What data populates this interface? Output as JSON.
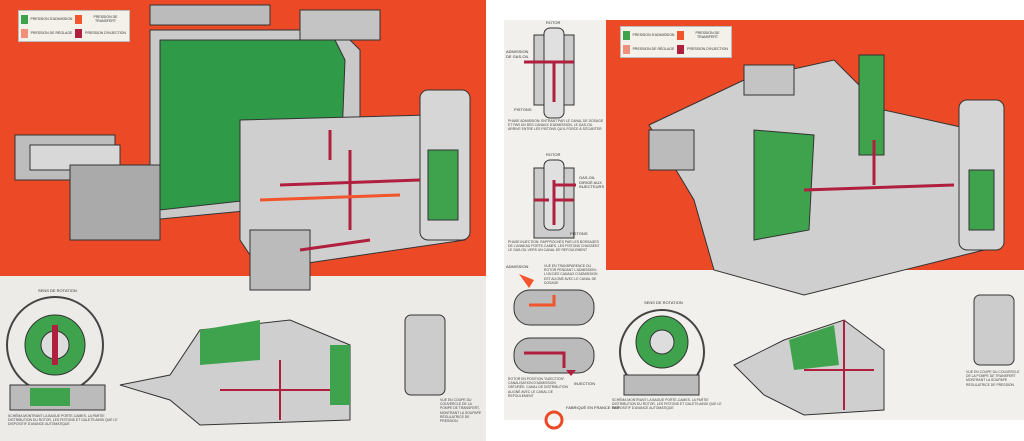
{
  "legend": {
    "items": [
      {
        "label": "PRESSION D'ADMISSION",
        "color": "#3fa34d"
      },
      {
        "label": "PRESSION DE TRANSFERT",
        "color": "#f2552c"
      },
      {
        "label": "PRESSION DE RÉGLAGE",
        "color": "#f0907a"
      },
      {
        "label": "PRESSION D'INJECTION",
        "color": "#b0203e"
      }
    ]
  },
  "left_page": {
    "rotation_label": "SENS DE ROTATION",
    "caption_left": "SCHÉMA MONTRANT LA BAGUE PORTE-CAMES, LA PARTIE DISTRIBUTION DU ROTOR, LES PISTONS ET GALETS AINSI QUE LE DISPOSITIF D'AVANCE AUTOMATIQUE",
    "caption_right": "VUE EN COUPE DU COUVERCLE DE LA POMPE DE TRANSFERT, MONTRANT LA SOUPAPE RÉGULATRICE DE PRESSION"
  },
  "right_page": {
    "rotor_label": "ROTOR",
    "admission_label": "ADMISSION DE GAS-OIL",
    "pistons_label": "PISTONS",
    "caption_admission": "PHASE ADMISSION: ENTRANT PAR LE CANAL DE DOSAGE ET PAR UN DES CANAUX D'ADMISSION, LE GAS-OIL ARRIVE ENTRE LES PISTONS QU'IL FORCE À S'ÉCARTER",
    "rotor_label_2": "ROTOR",
    "injectors_label": "GAS-OIL DIRIGÉ AUX INJECTEURS",
    "pistons_label_2": "PISTONS",
    "caption_injection": "PHASE INJECTION: RAPPROCHÉS PAR LES BOSSAGES DE L'ANNEAU PORTE-CAMES, LES PISTONS CHASSENT LE GAS-OIL VERS UN CANAL DE REFOULEMENT",
    "admission_arrow_label": "ADMISSION",
    "caption_transparency": "VUE EN TRANSPARENCE DU ROTOR PENDANT L'ADMISSION: L'UN DES CANAUX D'ADMISSION EST ALIGNÉ AVEC LE CANAL DE DOSAGE",
    "caption_injection_pos": "ROTOR EN POSITION \"INJECTION\": CANALISATION D'ADMISSION OBTURÉE, CANAL DE DISTRIBUTION ALIGNÉ AVEC LE CANAL DE REFOULEMENT",
    "injection_arrow_label": "INJECTION",
    "footer": "FABRIQUÉ EN FRANCE PAR",
    "rotation_label": "SENS DE ROTATION",
    "caption_bottom": "SCHÉMA MONTRANT LA BAGUE PORTE-CAMES, LA PARTIE DISTRIBUTION DU ROTOR, LES PISTONS ET GALETS AINSI QUE LE DISPOSITIF D'AVANCE AUTOMATIQUE",
    "caption_right": "VUE EN COUPE DU COUVERCLE DE LA POMPE DE TRANSFERT MONTRANT LA SOUPAPE RÉGULATRICE DE PRESSION"
  }
}
